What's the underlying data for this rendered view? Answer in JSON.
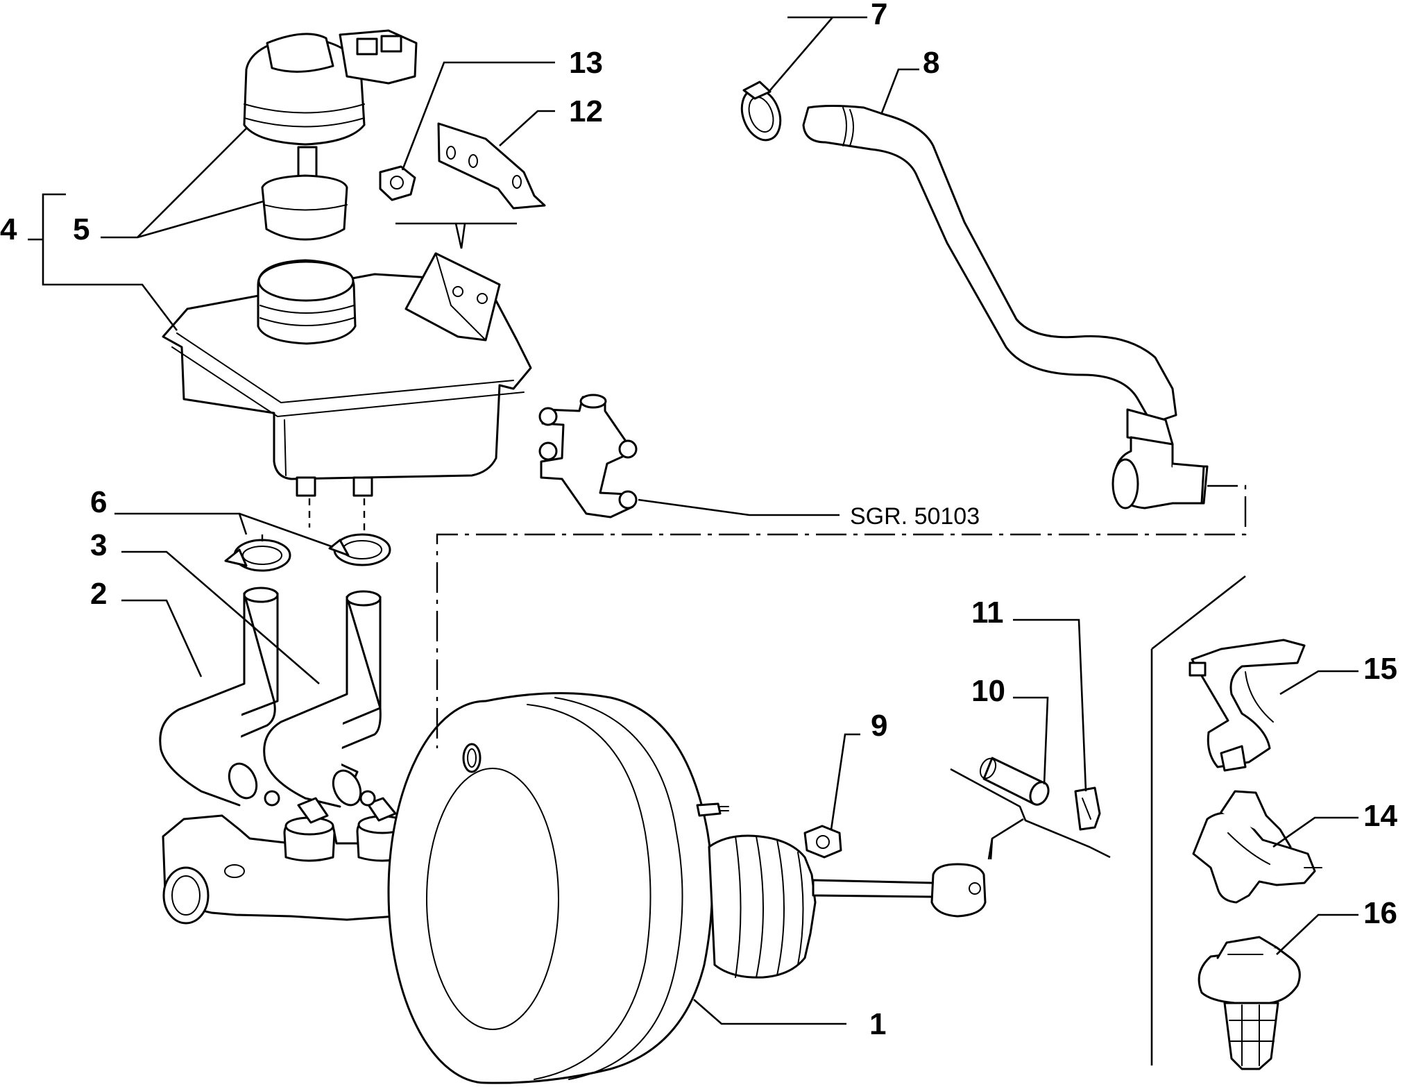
{
  "callouts": {
    "n1": "1",
    "n2": "2",
    "n3": "3",
    "n4": "4",
    "n5": "5",
    "n6": "6",
    "n7": "7",
    "n8": "8",
    "n9": "9",
    "n10": "10",
    "n11": "11",
    "n12": "12",
    "n13": "13",
    "n14": "14",
    "n15": "15",
    "n16": "16"
  },
  "reference": "SGR. 50103",
  "colors": {
    "ink": "#000000",
    "paper": "#ffffff"
  }
}
